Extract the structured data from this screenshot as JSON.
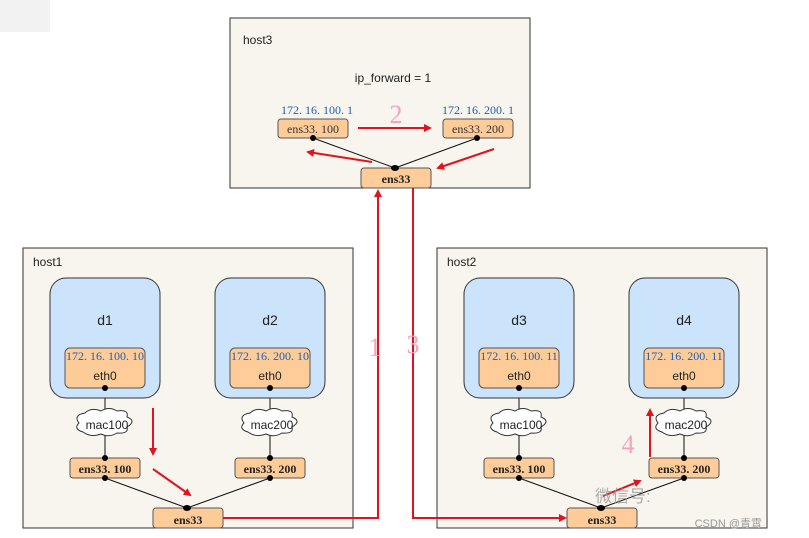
{
  "host3": {
    "label": "host3",
    "note": "ip_forward = 1",
    "ip_left": "172. 16. 100. 1",
    "ip_right": "172. 16. 200. 1",
    "nic_left": "ens33. 100",
    "nic_right": "ens33. 200",
    "nic_main": "ens33"
  },
  "host1": {
    "label": "host1",
    "containers": [
      {
        "name": "d1",
        "ip": "172. 16. 100. 10",
        "nic": "eth0",
        "mac": "mac100",
        "vlan": "ens33. 100"
      },
      {
        "name": "d2",
        "ip": "172. 16. 200. 10",
        "nic": "eth0",
        "mac": "mac200",
        "vlan": "ens33. 200"
      }
    ],
    "nic_main": "ens33"
  },
  "host2": {
    "label": "host2",
    "containers": [
      {
        "name": "d3",
        "ip": "172. 16. 100. 11",
        "nic": "eth0",
        "mac": "mac100",
        "vlan": "ens33. 100"
      },
      {
        "name": "d4",
        "ip": "172. 16. 200. 11",
        "nic": "eth0",
        "mac": "mac200",
        "vlan": "ens33. 200"
      }
    ],
    "nic_main": "ens33"
  },
  "steps": [
    "1",
    "2",
    "3",
    "4"
  ],
  "watermark": "微信号:",
  "credit": "CSDN @青霄",
  "colors": {
    "arrow": "#e0141e",
    "nic": "#fdcc99",
    "container": "#cce4fb",
    "step": "#f7a3c0"
  }
}
